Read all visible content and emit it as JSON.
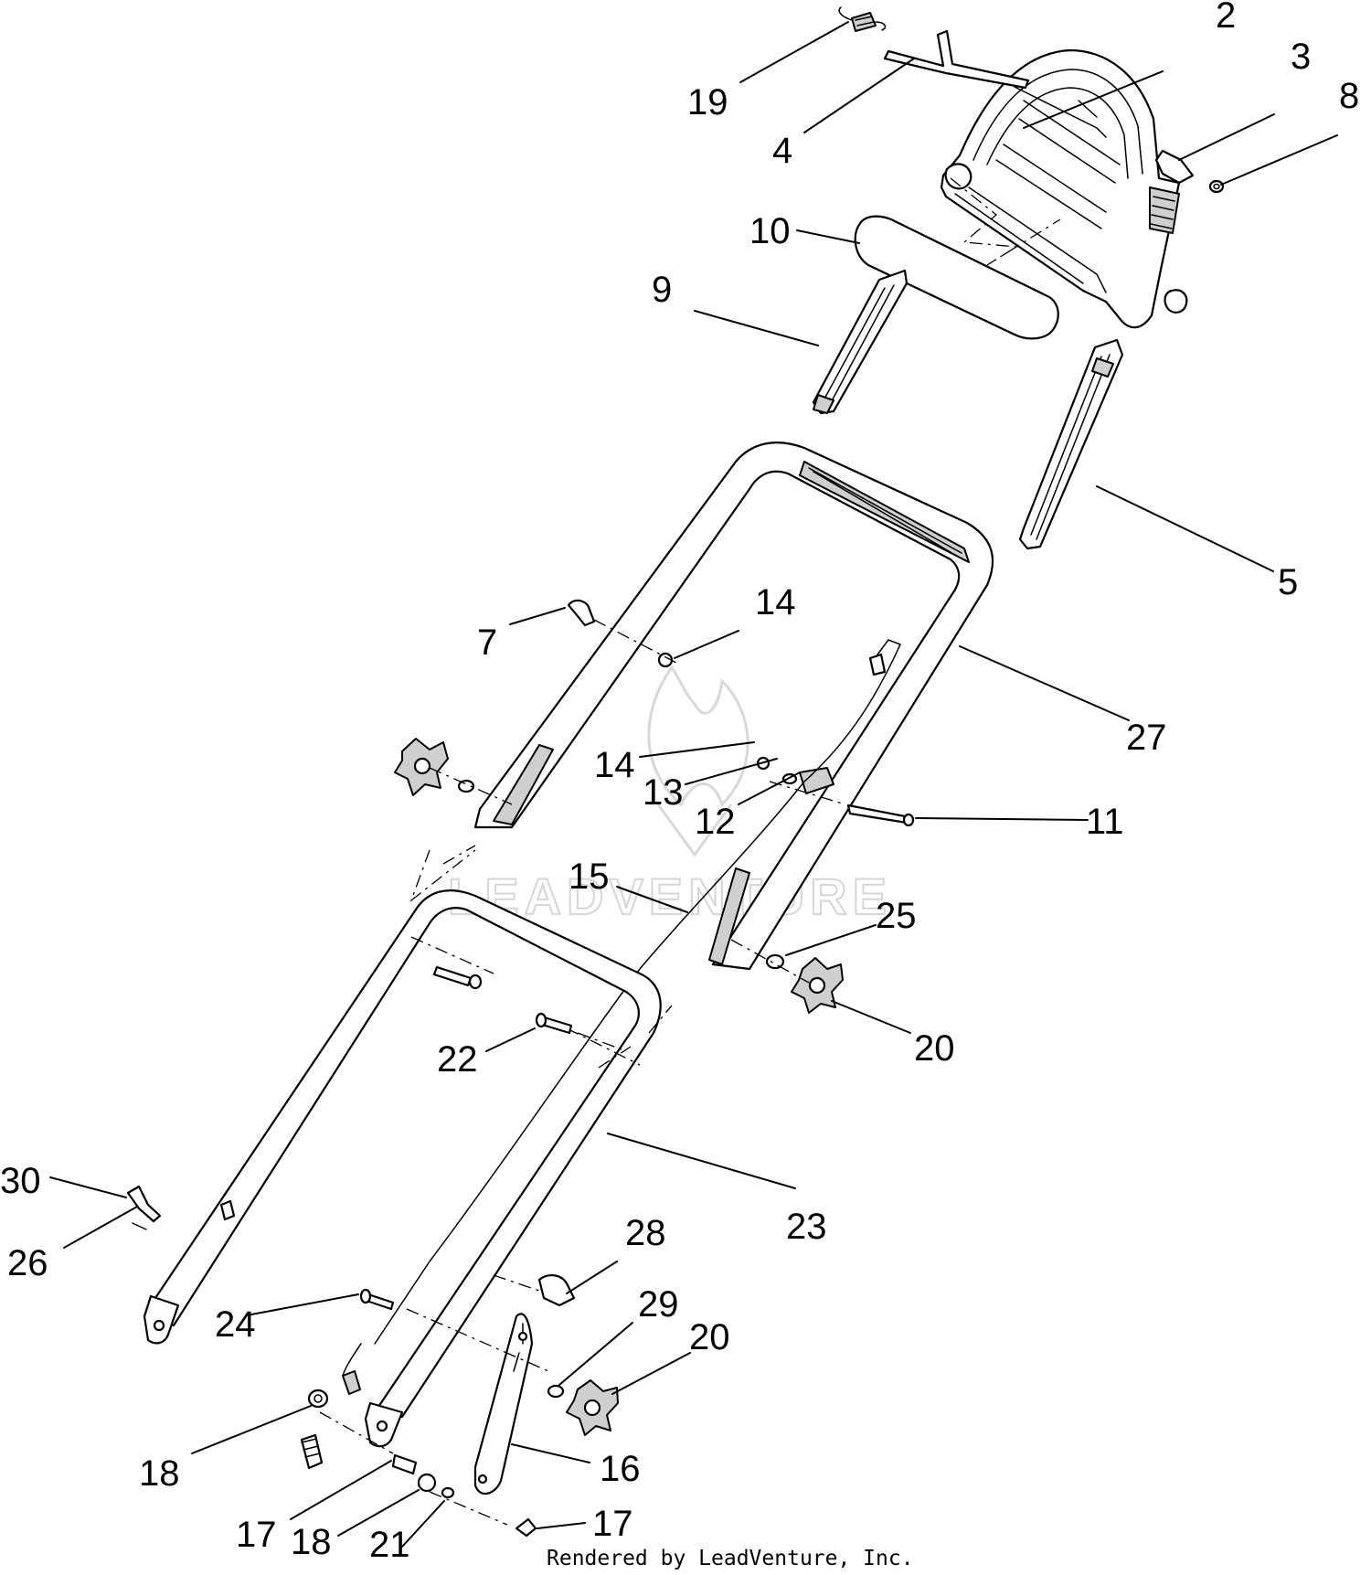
{
  "diagram": {
    "callouts": [
      {
        "id": "c19",
        "label": "19"
      },
      {
        "id": "c4",
        "label": "4"
      },
      {
        "id": "c2",
        "label": "2"
      },
      {
        "id": "c3",
        "label": "3"
      },
      {
        "id": "c8",
        "label": "8"
      },
      {
        "id": "c10",
        "label": "10"
      },
      {
        "id": "c9",
        "label": "9"
      },
      {
        "id": "c5",
        "label": "5"
      },
      {
        "id": "c7",
        "label": "7"
      },
      {
        "id": "c14a",
        "label": "14"
      },
      {
        "id": "c27",
        "label": "27"
      },
      {
        "id": "c14b",
        "label": "14"
      },
      {
        "id": "c13",
        "label": "13"
      },
      {
        "id": "c12",
        "label": "12"
      },
      {
        "id": "c11",
        "label": "11"
      },
      {
        "id": "c15",
        "label": "15"
      },
      {
        "id": "c25",
        "label": "25"
      },
      {
        "id": "c20a",
        "label": "20"
      },
      {
        "id": "c22",
        "label": "22"
      },
      {
        "id": "c23",
        "label": "23"
      },
      {
        "id": "c30",
        "label": "30"
      },
      {
        "id": "c26",
        "label": "26"
      },
      {
        "id": "c28",
        "label": "28"
      },
      {
        "id": "c24",
        "label": "24"
      },
      {
        "id": "c29",
        "label": "29"
      },
      {
        "id": "c20b",
        "label": "20"
      },
      {
        "id": "c16",
        "label": "16"
      },
      {
        "id": "c18a",
        "label": "18"
      },
      {
        "id": "c17a",
        "label": "17"
      },
      {
        "id": "c18b",
        "label": "18"
      },
      {
        "id": "c21",
        "label": "21"
      },
      {
        "id": "c17b",
        "label": "17"
      }
    ]
  },
  "footer": {
    "credit": "Rendered by LeadVenture, Inc."
  },
  "watermark": {
    "text": "LEADVENTURE"
  }
}
